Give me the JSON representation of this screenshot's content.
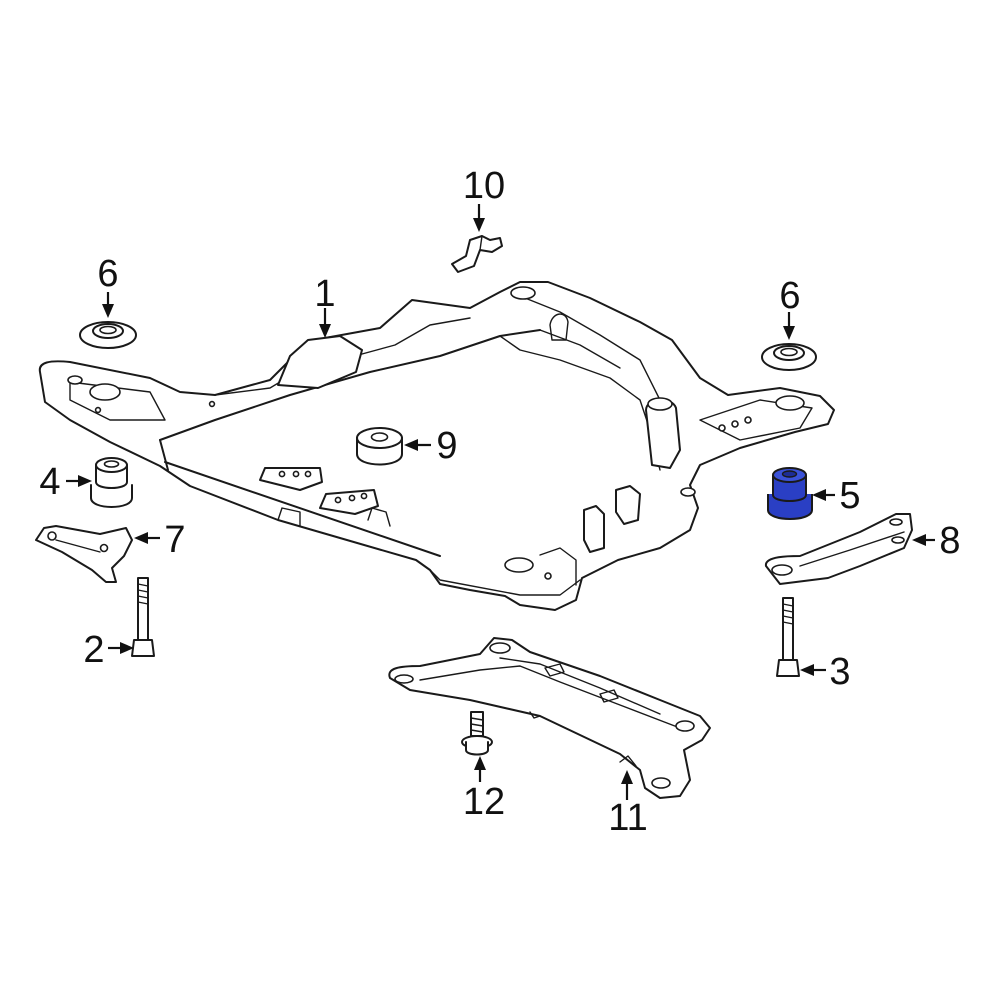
{
  "callouts": [
    {
      "id": "1",
      "label": "1"
    },
    {
      "id": "2",
      "label": "2"
    },
    {
      "id": "3",
      "label": "3"
    },
    {
      "id": "4",
      "label": "4"
    },
    {
      "id": "5",
      "label": "5"
    },
    {
      "id": "6a",
      "label": "6"
    },
    {
      "id": "6b",
      "label": "6"
    },
    {
      "id": "7",
      "label": "7"
    },
    {
      "id": "8",
      "label": "8"
    },
    {
      "id": "9",
      "label": "9"
    },
    {
      "id": "10",
      "label": "10"
    },
    {
      "id": "11",
      "label": "11"
    },
    {
      "id": "12",
      "label": "12"
    }
  ],
  "colors": {
    "line": "#1a1a1a",
    "highlight": "#2a3fc4",
    "background": "#ffffff"
  },
  "highlighted_part": "5"
}
